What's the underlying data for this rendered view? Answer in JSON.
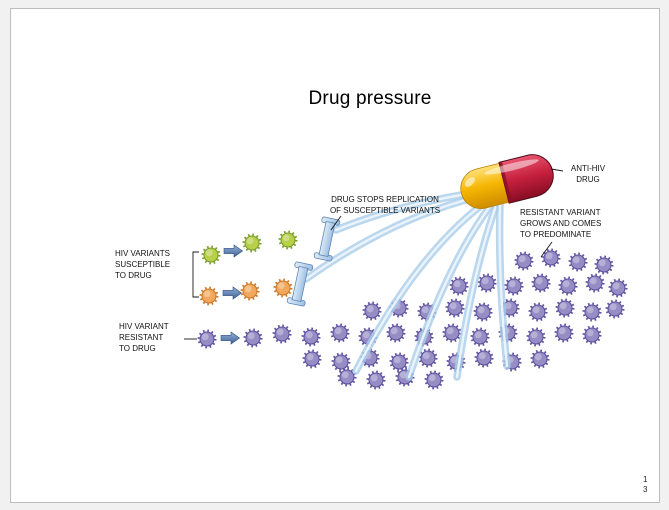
{
  "slide": {
    "title": "Drug pressure",
    "page_number": "1\n3"
  },
  "labels": {
    "drug_stops": "DRUG STOPS REPLICATION\nOF SUSCEPTIBLE VARIANTS",
    "anti_hiv_drug": "ANTI-HIV\nDRUG",
    "resistant_variant": "RESISTANT VARIANT\nGROWS AND COMES\nTO PREDOMINATE",
    "susceptible_variants": "HIV VARIANTS\nSUSCEPTIBLE\nTO DRUG",
    "resistant_single": "HIV VARIANT\nRESISTANT\nTO DRUG"
  },
  "diagram": {
    "colors": {
      "text": "#121212",
      "virus_green": "#b8cf4a",
      "virus_green_dark": "#7c9e2d",
      "virus_orange": "#f2a85c",
      "virus_orange_dark": "#cc7a2b",
      "virus_purple": "#978dc5",
      "virus_purple_dark": "#5e53a0",
      "arrow_blue": "#5f80b2",
      "stream_blue": "#a9cdea",
      "stream_core": "#edf6fd",
      "capsule_yellow": "#f5b505",
      "capsule_red": "#c51f3d",
      "barrier_blue": "#b9d2ec"
    },
    "icons": {
      "capsule-icon": "two-tone anti-HIV pill capsule",
      "virus-green-icon": "spiky virus particle, green (drug-susceptible)",
      "virus-orange-icon": "spiky virus particle, orange (drug-susceptible)",
      "virus-purple-icon": "spiky virus particle, purple (drug-resistant)",
      "arrow-right-icon": "blue block arrow pointing right",
      "barrier-icon": "light blue barrier wall blocking replication",
      "stream-icon": "light blue drug stream ribbon"
    }
  }
}
